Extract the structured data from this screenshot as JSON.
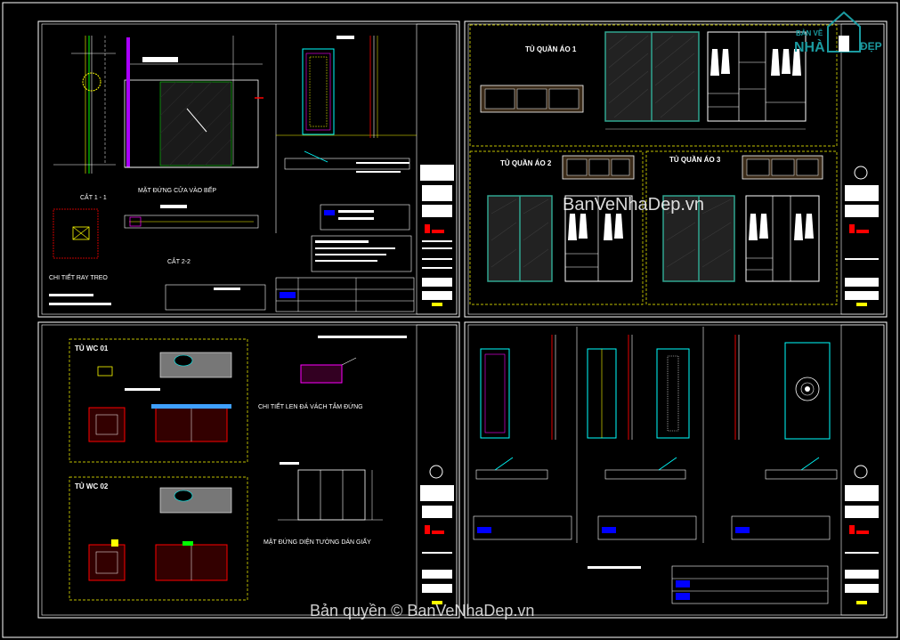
{
  "sheet1": {
    "label_mat_dung_cua": "MẶT ĐỨNG CỬA VÀO BẾP",
    "label_cat_1": "CẮT 1 - 1",
    "label_cat_2": "CẮT 2-2",
    "label_chi_tiet_ray": "CHI TIẾT RAY TREO"
  },
  "sheet2": {
    "label_tu_1": "TỦ QUẦN ÁO 1",
    "label_tu_2": "TỦ QUẦN ÁO 2",
    "label_tu_3": "TỦ QUẦN ÁO 3"
  },
  "sheet3": {
    "label_wc1": "TỦ WC 01",
    "label_wc2": "TỦ WC 02",
    "label_chi_tiet_da": "CHI TIẾT LEN ĐÁ VÁCH TẮM ĐỨNG",
    "label_mat_dung_tuong": "MẶT ĐỨNG DIỆN TƯỜNG DÁN GIẤY"
  },
  "logo": {
    "top_text": "BẢN VẼ",
    "brand_left": "NHÀ",
    "brand_right": "ĐẸP"
  },
  "watermark": {
    "center": "BanVeNhaDep.vn",
    "footer": "Bản quyền © BanVeNhaDep.vn"
  },
  "colors": {
    "background": "#000000",
    "frame": "#ffffff",
    "cyan": "#00ffff",
    "yellow": "#ffff00",
    "magenta": "#ff00ff",
    "red": "#ff0000",
    "green": "#00ff00",
    "teal": "#2fa58f",
    "blue": "#0000ff",
    "logo_teal": "#1b9aa0"
  }
}
